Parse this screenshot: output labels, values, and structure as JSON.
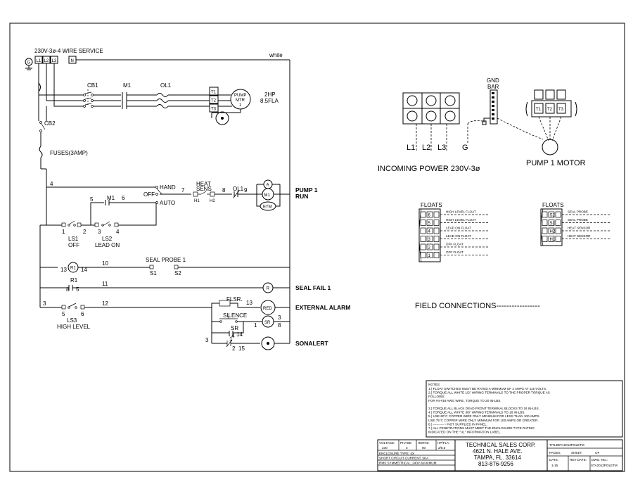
{
  "service": {
    "label": "230V-3ø-4 WIRE SERVICE",
    "ground_symbol": "G",
    "phases": [
      "L1",
      "L2",
      "L3"
    ],
    "neutral": "N",
    "neutral_wire": "white"
  },
  "power": {
    "cb1": "CB1",
    "m1": "M1",
    "ol1": "OL1",
    "terminals": [
      "T1",
      "T2",
      "T3"
    ],
    "motor_lines": [
      "PUMP",
      "MTR",
      "1"
    ],
    "motor_rating": [
      "2HP",
      "8.5FLA"
    ],
    "cb2": "CB2",
    "fuses": "FUSES(3AMP)"
  },
  "control": {
    "wires": {
      "w4": "4",
      "w5": "5",
      "w6": "6",
      "w7": "7",
      "w8": "8",
      "w9": "9",
      "w10": "10",
      "w11": "11",
      "w12": "12",
      "w13": "13",
      "w14": "14",
      "w15": "15",
      "w3": "3"
    },
    "hoa": {
      "hand": "HAND",
      "off": "OFF",
      "auto": "AUTO"
    },
    "heat_sens": [
      "HEAT",
      "SENS"
    ],
    "h1": "H1",
    "h2": "H2",
    "m1_contact": "M1",
    "ol1_contact": "OL1",
    "m1_coil": "M1",
    "a_light": "A",
    "etm": "ETM",
    "pump_run": [
      "PUMP 1",
      "RUN"
    ],
    "ls1": [
      "LS1",
      "OFF"
    ],
    "ls2": [
      "LS2",
      "LEAD ON"
    ],
    "ls_terms": [
      "1",
      "2",
      "3",
      "4"
    ],
    "seal_probe": "SEAL PROBE 1",
    "r1_coil": "R1",
    "r1_terms": [
      "13",
      "14"
    ],
    "s_terms": [
      "S1",
      "S2"
    ],
    "r1_contact": "R1",
    "r1_contact_terms": [
      "8",
      "5"
    ],
    "r_light": "R",
    "seal_fail": "SEAL FAIL 1",
    "ls3": [
      "LS3",
      "HIGH LEVEL"
    ],
    "ls3_terms": [
      "5",
      "6"
    ],
    "flsr": "FLSR.",
    "red_light": "RED",
    "external_alarm": "EXTERNAL ALARM",
    "silence": "SILENCE",
    "sr_coil": "SR",
    "sr_terms": [
      "1",
      "3",
      "8"
    ],
    "sr_contact": "SR",
    "sr_contact_terms": [
      "1",
      "4",
      "3",
      "2"
    ],
    "sonalert": "SONALERT"
  },
  "incoming": {
    "labels": [
      "L1",
      "L2",
      "L3",
      "G"
    ],
    "caption": "INCOMING POWER 230V-3ø",
    "gnd_bar": [
      "GND",
      "BAR"
    ]
  },
  "pump_motor": {
    "terminals": [
      "T1",
      "T2",
      "T3"
    ],
    "caption": "PUMP 1 MOTOR"
  },
  "floats_left": {
    "title": "FLOATS",
    "rows": [
      {
        "num": "6",
        "label": "HIGH LEVEL FLOAT"
      },
      {
        "num": "5",
        "label": "HIGH LEVEL FLOAT"
      },
      {
        "num": "4",
        "label": "LEAD ON FLOAT"
      },
      {
        "num": "3",
        "label": "LEAD ON FLOAT"
      },
      {
        "num": "2",
        "label": "OFF FLOAT"
      },
      {
        "num": "1",
        "label": "OFF FLOAT"
      }
    ]
  },
  "floats_right": {
    "title": "FLOATS",
    "rows": [
      {
        "num": "S2",
        "label": "SEAL PROBE"
      },
      {
        "num": "S1",
        "label": "SEAL PROBE"
      },
      {
        "num": "H2",
        "label": "HEAT SENSOR"
      },
      {
        "num": "H1",
        "label": "HEAT SENSOR"
      }
    ]
  },
  "field_connections": "FIELD CONNECTIONS-----------------",
  "notes": {
    "title": "NOTES:",
    "lines": [
      "1.) FLOAT SWITCHES MUST BE RATED A MINIMUM OF 2 AMPS AT 115 VOLTS.",
      "2.) TORQUE ALL WHITE 1/2\" WIRING TERMINALS TO THE PROPER TORQUE AS",
      "     FOLLOWS:",
      "     FOR     #4-#18 AWG WIRE, TORQUE TO 20 IN-LBS.",
      "",
      "3.) TORQUE ALL BLACK DEAD FRONT TERMINAL BLOCKS TO 16 IN-LBS.",
      "4.) TORQUE ALL WHITE 3/8\" WIRING TERMINALS TO 16 IN-LBS.",
      "5.) USE 60°C COPPER WIRE ONLY MINIMUM FOR LESS THAN 100 AMPS.",
      "     USE 75°C COPPER WIRE ONLY MINIMUM FOR 100 AMPS OR GREATER.",
      "6.) ---------- = NOT SUPPLIED IN PANEL.",
      "7.) ALL PENETRATIONS MUST MEET THE ENCLOSURE TYPE RATING",
      "     INDICATED ON THE \"UL\" INFORMATION LABEL."
    ]
  },
  "title_block": {
    "voltage_label": "VOLTAGE:",
    "voltage": "230",
    "phase_label": "PHASE:",
    "phase": "3",
    "hertz_label": "HERTZ:",
    "hertz": "60",
    "hp_label": "HP/FLA:",
    "hp": "2/8.5",
    "enclosure": "ENCLOSURE TYPE: 4X",
    "short_circuit": "SHORT CIRCUIT CURRENT: 5KA",
    "rms": "RMS SYMMETRICAL, 240V MAXIMUM",
    "company": [
      "TECHNICAL SALES CORP.",
      "4621 N. HALE AVE.",
      "TAMPA, FL. 33614",
      "813-876-9256"
    ],
    "title_label": "TITLE:",
    "title": "STA2013POLETM",
    "pages_label": "PAGES:",
    "sheet_label": "SHEET",
    "of_label": "OF",
    "date_label": "DATE:",
    "date": "1-15",
    "rev_label": "REV DATE:",
    "dwg_label": "DWG. NO.:",
    "dwg": "STA2013POLETM"
  }
}
